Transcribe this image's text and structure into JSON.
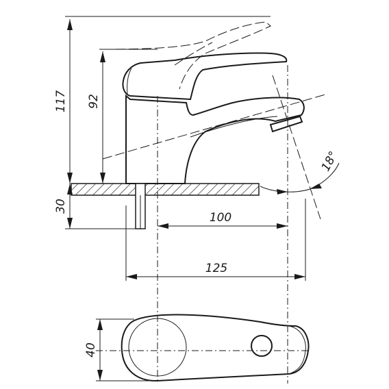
{
  "drawing": {
    "dimensions": {
      "total_height": "117",
      "spout_height": "92",
      "deck_thickness": "30",
      "spout_reach": "100",
      "overall_length": "125",
      "body_width": "40",
      "spout_angle": "18°"
    }
  }
}
